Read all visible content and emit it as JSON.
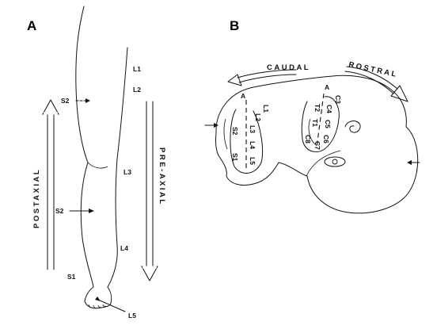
{
  "panels": {
    "a": "A",
    "b": "B"
  },
  "leg": {
    "postaxial": "POSTAXIAL",
    "preaxial": "PRE-AXIAL",
    "segments": {
      "l1": "L1",
      "l2": "L2",
      "l3": "L3",
      "l4": "L4",
      "l5": "L5",
      "s1": "S1",
      "s2_upper": "S2",
      "s2_lower": "S2"
    }
  },
  "embryo": {
    "caudal": "CAUDAL",
    "rostral": "ROSTRAL",
    "lower_limb": {
      "a": "A",
      "l1": "L1",
      "l2": "L2",
      "l3": "L3",
      "l4": "L4",
      "l5": "L5",
      "s1": "S1",
      "s2": "S2"
    },
    "upper_limb": {
      "a": "A",
      "c3": "C3",
      "c4": "C4",
      "c5": "C5",
      "c6": "C6",
      "c7": "C7",
      "c8": "C8",
      "t1": "T1",
      "t2": "T2"
    }
  }
}
